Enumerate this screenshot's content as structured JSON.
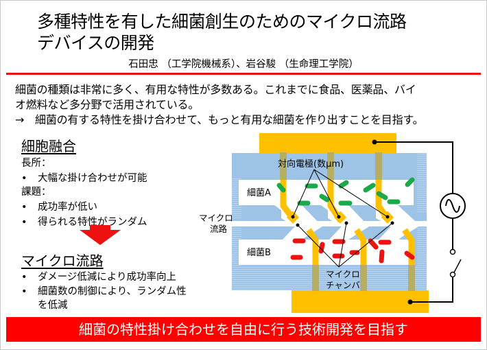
{
  "slide": {
    "title_line1": "多種特性を有した細菌創生のためのマイクロ流路",
    "title_line2": "デバイスの開発",
    "authors": "石田忠 （工学院機械系）、岩谷駿 （生命理工学院）",
    "intro": {
      "line1": "細菌の種類は非常に多く、有用な特性が多数ある。これまでに食品、医薬品、バイ",
      "line2": "オ燃料など多分野で活用されている。",
      "line3": "→　細菌の有する特性を掛け合わせて、もっと有用な細菌を作り出すことを目指す。"
    },
    "cell_fusion": {
      "heading": "細胞融合",
      "merits_label": "長所：",
      "merits": [
        "大幅な掛け合わせが可能"
      ],
      "issues_label": "課題：",
      "issues": [
        "成功率が低い",
        "得られる特性がランダム"
      ]
    },
    "microchannel": {
      "heading": "マイクロ流路",
      "bullets": [
        "ダメージ低減により成功率向上",
        "細菌数の制御により、ランダム性",
        "を低減"
      ]
    },
    "bullet_glyph": "•",
    "diagram": {
      "electrode_label": "対向電極(数μm)",
      "bacteria_a_label": "細菌A",
      "bacteria_b_label": "細菌B",
      "microchannel_label_1": "マイクロ",
      "microchannel_label_2": "流路",
      "microchamber_label_1": "マイクロ",
      "microchamber_label_2": "チャンバ",
      "ac_source_icon": "ac-source-icon",
      "switch_icon": "switch-icon"
    },
    "banner": "細菌の特性掛け合わせを自由に行う技術開発を目指す",
    "colors": {
      "accent_red": "#ff0000",
      "electrode_gold": "#ffc000",
      "channel_blue": "#9dc3e6",
      "bacteria_a_green": "#1aaa4a",
      "bacteria_b_red": "#ee1111"
    }
  }
}
